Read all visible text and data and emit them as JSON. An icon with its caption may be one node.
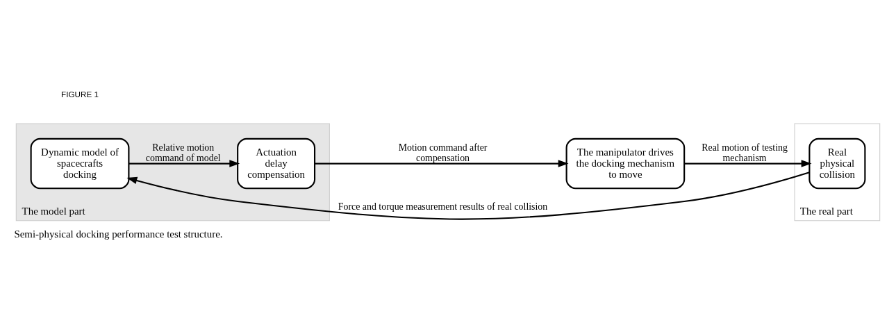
{
  "diagram": {
    "caption": "Semi-physical docking performance test structure.",
    "nodes": [
      {
        "text": [
          "The model part"
        ]
      },
      {
        "text": [
          "Dynamic model of spacecrafts docking"
        ],
        "in": 0
      },
      {
        "text": [
          "Actuation delay compensation"
        ],
        "in": 0
      },
      {
        "text": [
          "The manipulator drives the docking mechanism to move"
        ]
      },
      {
        "text": [
          "The real part"
        ]
      },
      {
        "text": [
          "Real physical collision"
        ],
        "in": 4
      }
    ],
    "edges": [
      {
        "from": 1,
        "to": 2,
        "arrow": "to",
        "label": "Relative motion command of model"
      },
      {
        "from": 2,
        "to": 3,
        "arrow": "to",
        "label": "Motion command after compensation"
      },
      {
        "from": 3,
        "to": 5,
        "arrow": "to",
        "label": "Real motion of testing mechanism"
      },
      {
        "from": 5,
        "to": 1,
        "arrow": "to",
        "label": "Force and torque measurement results of real collision"
      }
    ],
    "labels": [
      "FIGURE 1"
    ]
  }
}
